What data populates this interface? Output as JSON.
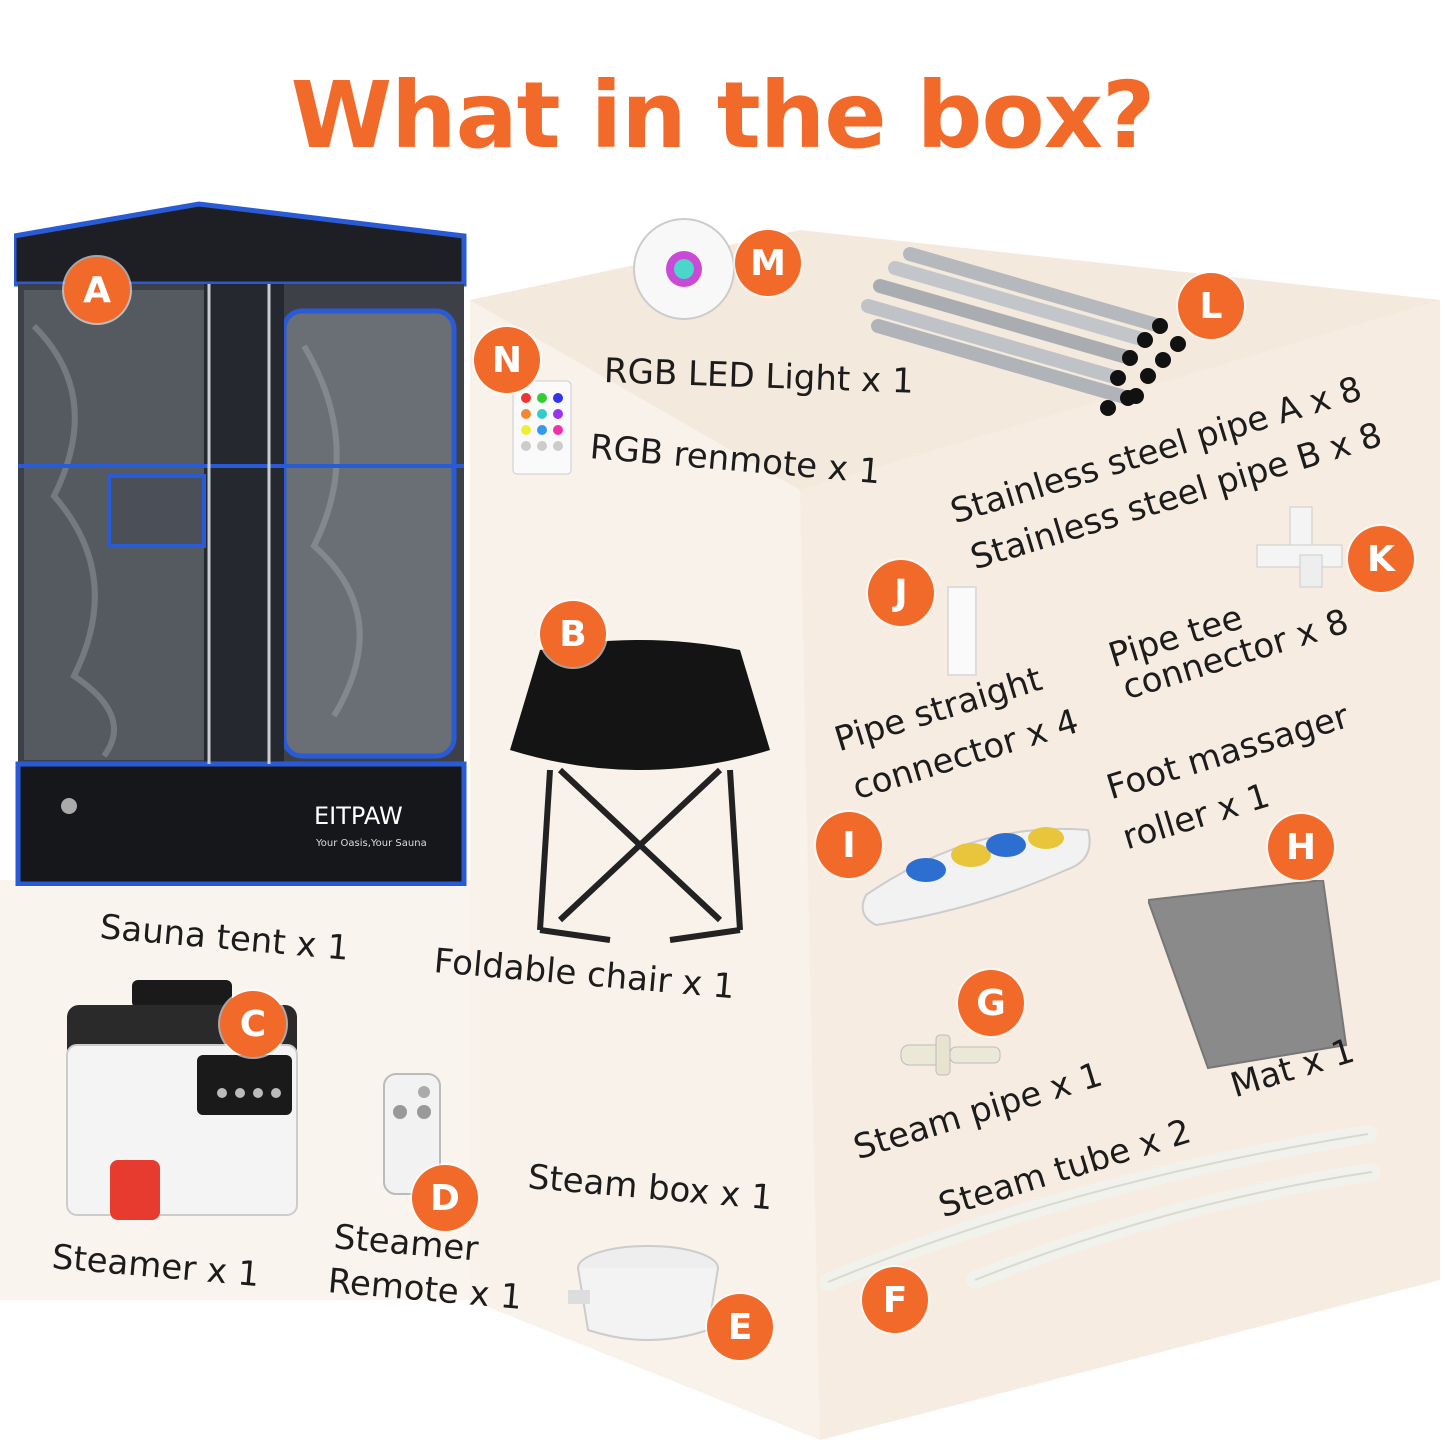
{
  "title": "What in the box?",
  "colors": {
    "accent": "#f26a2a",
    "tent": "#1d1f24",
    "trim": "#2a5bd7"
  },
  "items": [
    {
      "letter": "A",
      "label": "Sauna tent x 1",
      "icon": "sauna-tent-icon"
    },
    {
      "letter": "B",
      "label": "Foldable chair x 1",
      "icon": "chair-icon"
    },
    {
      "letter": "C",
      "label": "Steamer x 1",
      "icon": "steamer-icon"
    },
    {
      "letter": "D",
      "label_line1": "Steamer",
      "label_line2": "Remote x 1",
      "icon": "remote-icon"
    },
    {
      "letter": "E",
      "label": "Steam box x 1",
      "icon": "steam-box-icon"
    },
    {
      "letter": "F",
      "label": "Steam tube x 2",
      "icon": "tube-icon"
    },
    {
      "letter": "G",
      "label": "Steam pipe x 1",
      "icon": "steam-pipe-icon"
    },
    {
      "letter": "H",
      "label": "Mat x 1",
      "icon": "mat-icon"
    },
    {
      "letter": "I",
      "label_line1": "Foot massager",
      "label_line2": "roller x 1",
      "icon": "foot-roller-icon"
    },
    {
      "letter": "J",
      "label_line1": "Pipe straight",
      "label_line2": "connector x 4",
      "icon": "straight-connector-icon"
    },
    {
      "letter": "K",
      "label_line1": "Pipe tee",
      "label_line2": "connector x 8",
      "icon": "tee-connector-icon"
    },
    {
      "letter": "L",
      "label_line1": "Stainless steel pipe A x 8",
      "label_line2": "Stainless steel pipe B x 8",
      "icon": "steel-pipes-icon"
    },
    {
      "letter": "M",
      "label": "RGB LED Light x 1",
      "icon": "led-light-icon"
    },
    {
      "letter": "N",
      "label": "RGB renmote x 1",
      "icon": "rgb-remote-icon"
    }
  ],
  "tent_brand": "EITPAW",
  "tent_tagline": "Your Oasis,Your Sauna"
}
